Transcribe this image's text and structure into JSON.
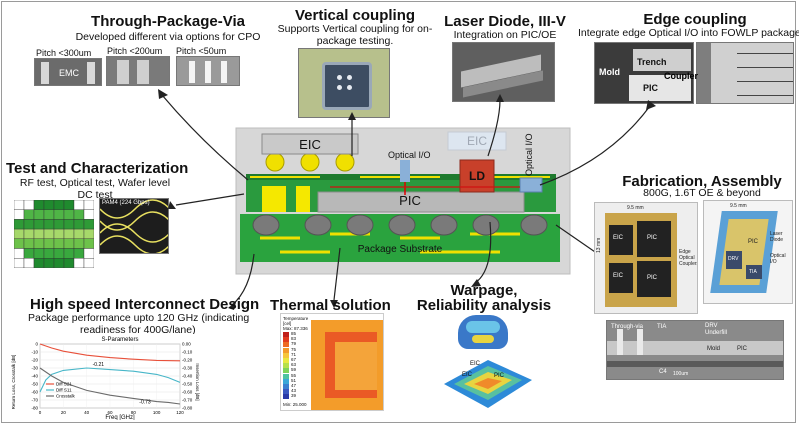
{
  "tpv": {
    "title": "Through-Package-Via",
    "subtitle": "Developed different via options for CPO",
    "pitches": [
      "Pitch <300um",
      "Pitch <200um",
      "Pitch <50um"
    ],
    "emc_label": "EMC"
  },
  "vertical": {
    "title": "Vertical coupling",
    "subtitle_1": "Supports Vertical coupling for on-",
    "subtitle_2": "package testing."
  },
  "laser": {
    "title": "Laser Diode, III-V",
    "subtitle": "Integration on PIC/OE"
  },
  "edge": {
    "title": "Edge coupling",
    "subtitle": "Integrate edge Optical I/O into FOWLP package",
    "labels": {
      "mold": "Mold",
      "trench": "Trench",
      "pic": "PIC",
      "coupler": "Coupler"
    }
  },
  "test": {
    "title": "Test and Characterization",
    "line1": "RF test, Optical test, Wafer level",
    "line2": "DC test",
    "eye_label": "PAM4 (224 Gbps)"
  },
  "package": {
    "eic": "EIC",
    "eic2": "EIC",
    "pic": "PIC",
    "ld": "LD",
    "substrate": "Package Substrate",
    "optical_io_top": "Optical I/O",
    "optical_io_right": "Optical I/O"
  },
  "fab": {
    "title": "Fabrication, Assembly",
    "subtitle": "800G, 1.6T OE & beyond",
    "layout_labels": {
      "eic1": "EIC",
      "eic2": "EIC",
      "pic1": "PIC",
      "pic2": "PIC",
      "edge": "Edge Optical Couplers",
      "dim_top": "9.5 mm",
      "dim_side": "13 mm"
    },
    "render_labels": {
      "drv": "DRV",
      "pic": "PIC",
      "tia": "TIA",
      "laser": "Laser Diode",
      "optical": "Optical I/O",
      "dim": "9.5 mm"
    },
    "xsec_labels": {
      "through_via": "Through-via",
      "tia": "TIA",
      "drv": "DRV",
      "underfill": "Underfill",
      "mold": "Mold",
      "pic": "PIC",
      "c4": "C4",
      "scale": "100um"
    }
  },
  "interconnect": {
    "title": "High speed  Interconnect Design",
    "line1": "Package performance upto 120 GHz (indicating",
    "line2": "readiness for 400G/lane)"
  },
  "thermal": {
    "title": "Thermal solution",
    "legend_title": "Temperature [cel]",
    "legend_max": "Max: 87.336",
    "legend_min": "Min: 25.000",
    "legend_ticks": [
      "85",
      "83",
      "79",
      "75",
      "71",
      "67",
      "63",
      "59",
      "55",
      "51",
      "47",
      "43",
      "39"
    ]
  },
  "warpage": {
    "title_1": "Warpage,",
    "title_2": "Reliability analysis",
    "labels": {
      "eic1": "EIC",
      "eic2": "EIC",
      "pic": "PIC"
    }
  },
  "chart_data": {
    "type": "line",
    "title": "S-Parameters",
    "xlabel": "Freq [GHz]",
    "ylabel": "Return Loss, Crosstalk [dB]",
    "ylabel_right": "Insertion Loss [dB]",
    "x_ticks": [
      "0",
      "20",
      "40",
      "60",
      "80",
      "100",
      "120"
    ],
    "y_ticks_left": [
      "0",
      "-10",
      "-20",
      "-30",
      "-40",
      "-50",
      "-60",
      "-70",
      "-80"
    ],
    "y_ticks_right": [
      "0.00",
      "-0.10",
      "-0.20",
      "-0.30",
      "-0.40",
      "-0.50",
      "-0.60",
      "-0.70",
      "-0.80"
    ],
    "xlim": [
      0,
      120
    ],
    "ylim": [
      -80,
      0
    ],
    "ylim_right": [
      -0.8,
      0
    ],
    "annotations": [
      "-0.21",
      "-0.73"
    ],
    "series": [
      {
        "name": "Diff S21",
        "axis": "right",
        "color": "#e8503a",
        "x": [
          0,
          10,
          20,
          40,
          60,
          80,
          100,
          120
        ],
        "y": [
          0,
          -0.05,
          -0.09,
          -0.14,
          -0.17,
          -0.19,
          -0.205,
          -0.21
        ]
      },
      {
        "name": "Diff S11",
        "axis": "left",
        "color": "#47b6c8",
        "x": [
          0,
          5,
          10,
          20,
          40,
          60,
          80,
          100,
          110,
          120
        ],
        "y": [
          -60,
          -45,
          -38,
          -33,
          -30,
          -32,
          -34,
          -38,
          -42,
          -48
        ]
      },
      {
        "name": "Crosstalk",
        "axis": "left",
        "color": "#6b6b6b",
        "x": [
          0,
          10,
          20,
          40,
          60,
          80,
          100,
          110,
          120
        ],
        "y": [
          -30,
          -40,
          -48,
          -58,
          -64,
          -68,
          -72,
          -73,
          -75
        ]
      }
    ]
  }
}
